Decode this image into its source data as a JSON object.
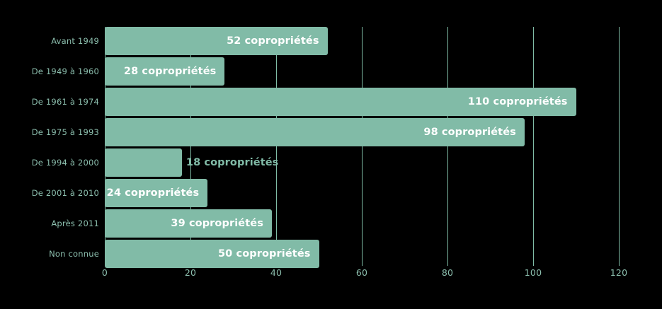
{
  "chart_data": {
    "type": "bar",
    "orientation": "horizontal",
    "title": "",
    "subtitle": "",
    "xlabel": "",
    "ylabel": "",
    "categories": [
      "Avant 1949",
      "De 1949 à 1960",
      "De 1961 à 1974",
      "De 1975 à 1993",
      "De 1994 à 2000",
      "De 2001 à 2010",
      "Après 2011",
      "Non connue"
    ],
    "values": [
      52,
      28,
      110,
      98,
      18,
      24,
      39,
      50
    ],
    "value_labels": [
      "52 copropriétés",
      "28 copropriétés",
      "110 copropriétés",
      "98 copropriétés",
      "18 copropriétés",
      "24 copropriétés",
      "39 copropriétés",
      "50 copropriétés"
    ],
    "label_placement": [
      "inside",
      "inside",
      "inside",
      "inside",
      "outside",
      "inside",
      "inside",
      "inside"
    ],
    "unit": "copropriétés",
    "xlim": [
      0,
      120
    ],
    "xticks": [
      0,
      20,
      40,
      60,
      80,
      100,
      120
    ],
    "xtick_labels": [
      "0",
      "20",
      "40",
      "60",
      "80",
      "100",
      "120"
    ],
    "grid": true,
    "grid_axis": "x",
    "legend": null,
    "colors": {
      "background": "#000000",
      "bar": "#81bba7",
      "gridline": "#7fbba5",
      "tick_label": "#8cbfae",
      "category_label": "#8cbfae",
      "value_label_inside": "#ffffff",
      "value_label_outside": "#81bba7"
    }
  }
}
